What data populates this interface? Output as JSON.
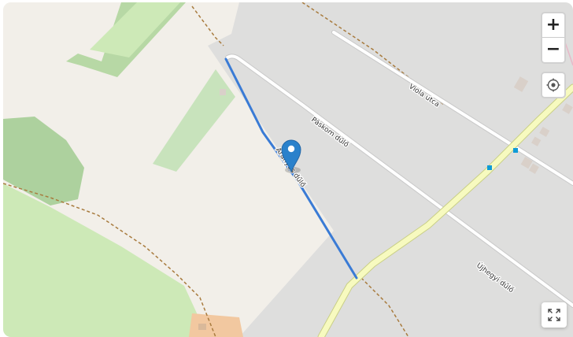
{
  "map": {
    "streets": {
      "viola": "Viola utca",
      "paskom": "Páskom dűlő",
      "aranyos": "Aranyos dűlő",
      "ujhegyi": "Újhegyi dűlő"
    },
    "colors": {
      "background": "#f2efe9",
      "landuse_gray": "#dededd",
      "meadow": "#cde9b7",
      "orchard": "#aedfa3",
      "forest": "#add19e",
      "road_white": "#ffffff",
      "road_yellow": "#f7fabf",
      "road_yellow_casing": "#c9cf86",
      "track_brown": "#a87b3e",
      "route_blue": "#3a7bd5",
      "marker_blue": "#2a81cb",
      "building": "#d9d0c9",
      "residential_orange": "#f2c8a0",
      "stop_square": "#0f9bd7"
    }
  },
  "controls": {
    "zoom_in": "+",
    "zoom_out": "−",
    "locate_icon": "target-icon",
    "fullscreen_icon": "expand-icon"
  }
}
